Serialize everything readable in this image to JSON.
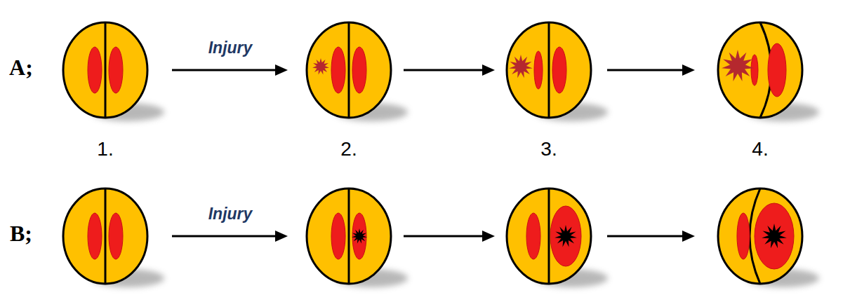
{
  "diagram": {
    "labels": [
      "A;",
      "Injury",
      "1.",
      "2.",
      "3.",
      "4.",
      "B;",
      "Injury"
    ]
  }
}
